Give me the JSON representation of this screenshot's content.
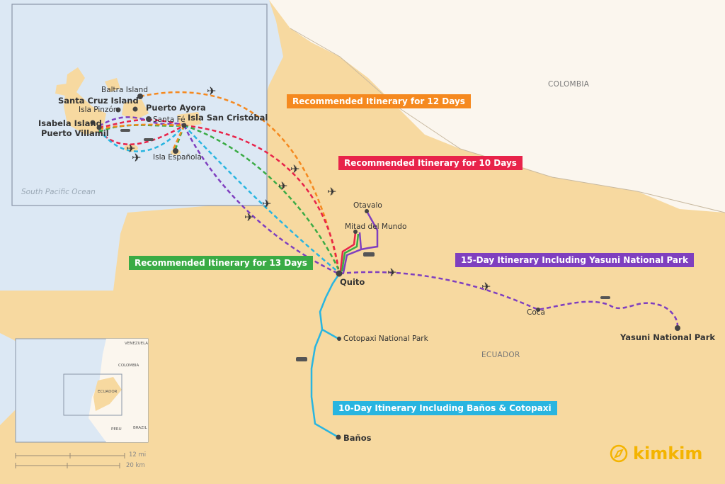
{
  "labels": {
    "it12": {
      "text": "Recommended Itinerary for 12 Days",
      "color": "#f5891f"
    },
    "it10": {
      "text": "Recommended Itinerary for 10 Days",
      "color": "#e8234a"
    },
    "it13": {
      "text": "Recommended Itinerary for 13 Days",
      "color": "#3aab45"
    },
    "it15": {
      "text": "15-Day Itinerary Including Yasuni National Park",
      "color": "#7f3fbf"
    },
    "it10b": {
      "text": "10-Day Itinerary Including Baños & Cotopaxi",
      "color": "#29b5e0"
    }
  },
  "places": {
    "baltra": "Baltra Island",
    "santa_cruz": "Santa Cruz Island",
    "pinzon": "Isla Pinzón",
    "puerto_ayora": "Puerto Ayora",
    "santa_fe": "Santa Fé",
    "isabela": "Isabela Island",
    "villamil": "Puerto Villamil",
    "san_cristobal": "Isla San Cristóbal",
    "espanola": "Isla Española",
    "otavalo": "Otavalo",
    "mitad": "Mitad del Mundo",
    "quito": "Quito",
    "cotopaxi": "Cotopaxi National Park",
    "banos": "Baños",
    "coca": "Coca",
    "yasuni": "Yasuni National Park"
  },
  "countries": {
    "colombia": "COLOMBIA",
    "ecuador": "ECUADOR"
  },
  "ocean": "South Pacific Ocean",
  "locator": {
    "venezuela": "VENEZUELA",
    "colombia": "COLOMBIA",
    "ecuador": "ECUADOR",
    "peru": "PERU",
    "brazil": "BRAZIL"
  },
  "scale": {
    "mi": "12 mi",
    "km": "20 km"
  },
  "brand": {
    "name": "kimkim",
    "color": "#f4b400"
  },
  "colors": {
    "land": "#f7d9a0",
    "ocean": "#dce8f4",
    "neighbor": "#fbf6ee"
  }
}
